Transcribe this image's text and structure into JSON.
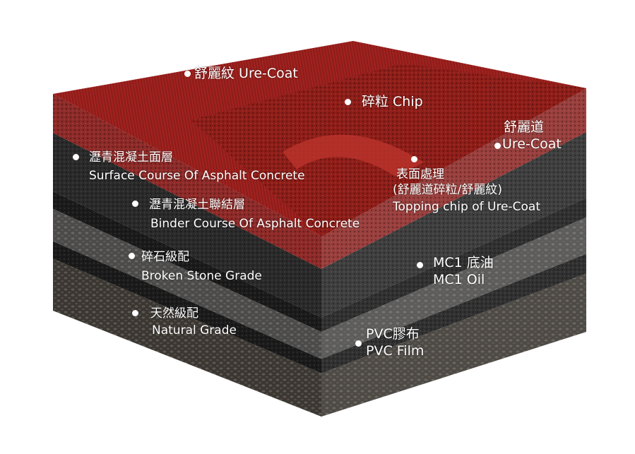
{
  "colors": {
    "red_top": "#a3221f",
    "red_side": "#8e2a28",
    "asphalt": "#2a2a2a",
    "binder": "#1b1b1b",
    "gravel": "#4a4a4a",
    "natural": "#3a3632"
  },
  "labels": {
    "ure_coat_top": "舒麗紋 Ure-Coat",
    "chip": "碎粒 Chip",
    "ure_coat_road_zh": "舒麗道",
    "ure_coat_road_en": "Ure-Coat",
    "surface_zh": "瀝青混凝土面層",
    "surface_en": "Surface Course Of Asphalt Concrete",
    "topping_zh": "表面處理",
    "topping_zh2": "(舒麗道碎粒/舒麗紋)",
    "topping_en": "Topping chip of Ure-Coat",
    "binder_zh": "瀝青混凝土聯結層",
    "binder_en": "Binder Course Of Asphalt Concrete",
    "broken_zh": "碎石級配",
    "broken_en": "Broken Stone Grade",
    "mc1_zh": "MC1 底油",
    "mc1_en": "MC1 Oil",
    "natural_zh": "天然級配",
    "natural_en": "Natural Grade",
    "pvc_zh": "PVC膠布",
    "pvc_en": "PVC Film"
  }
}
